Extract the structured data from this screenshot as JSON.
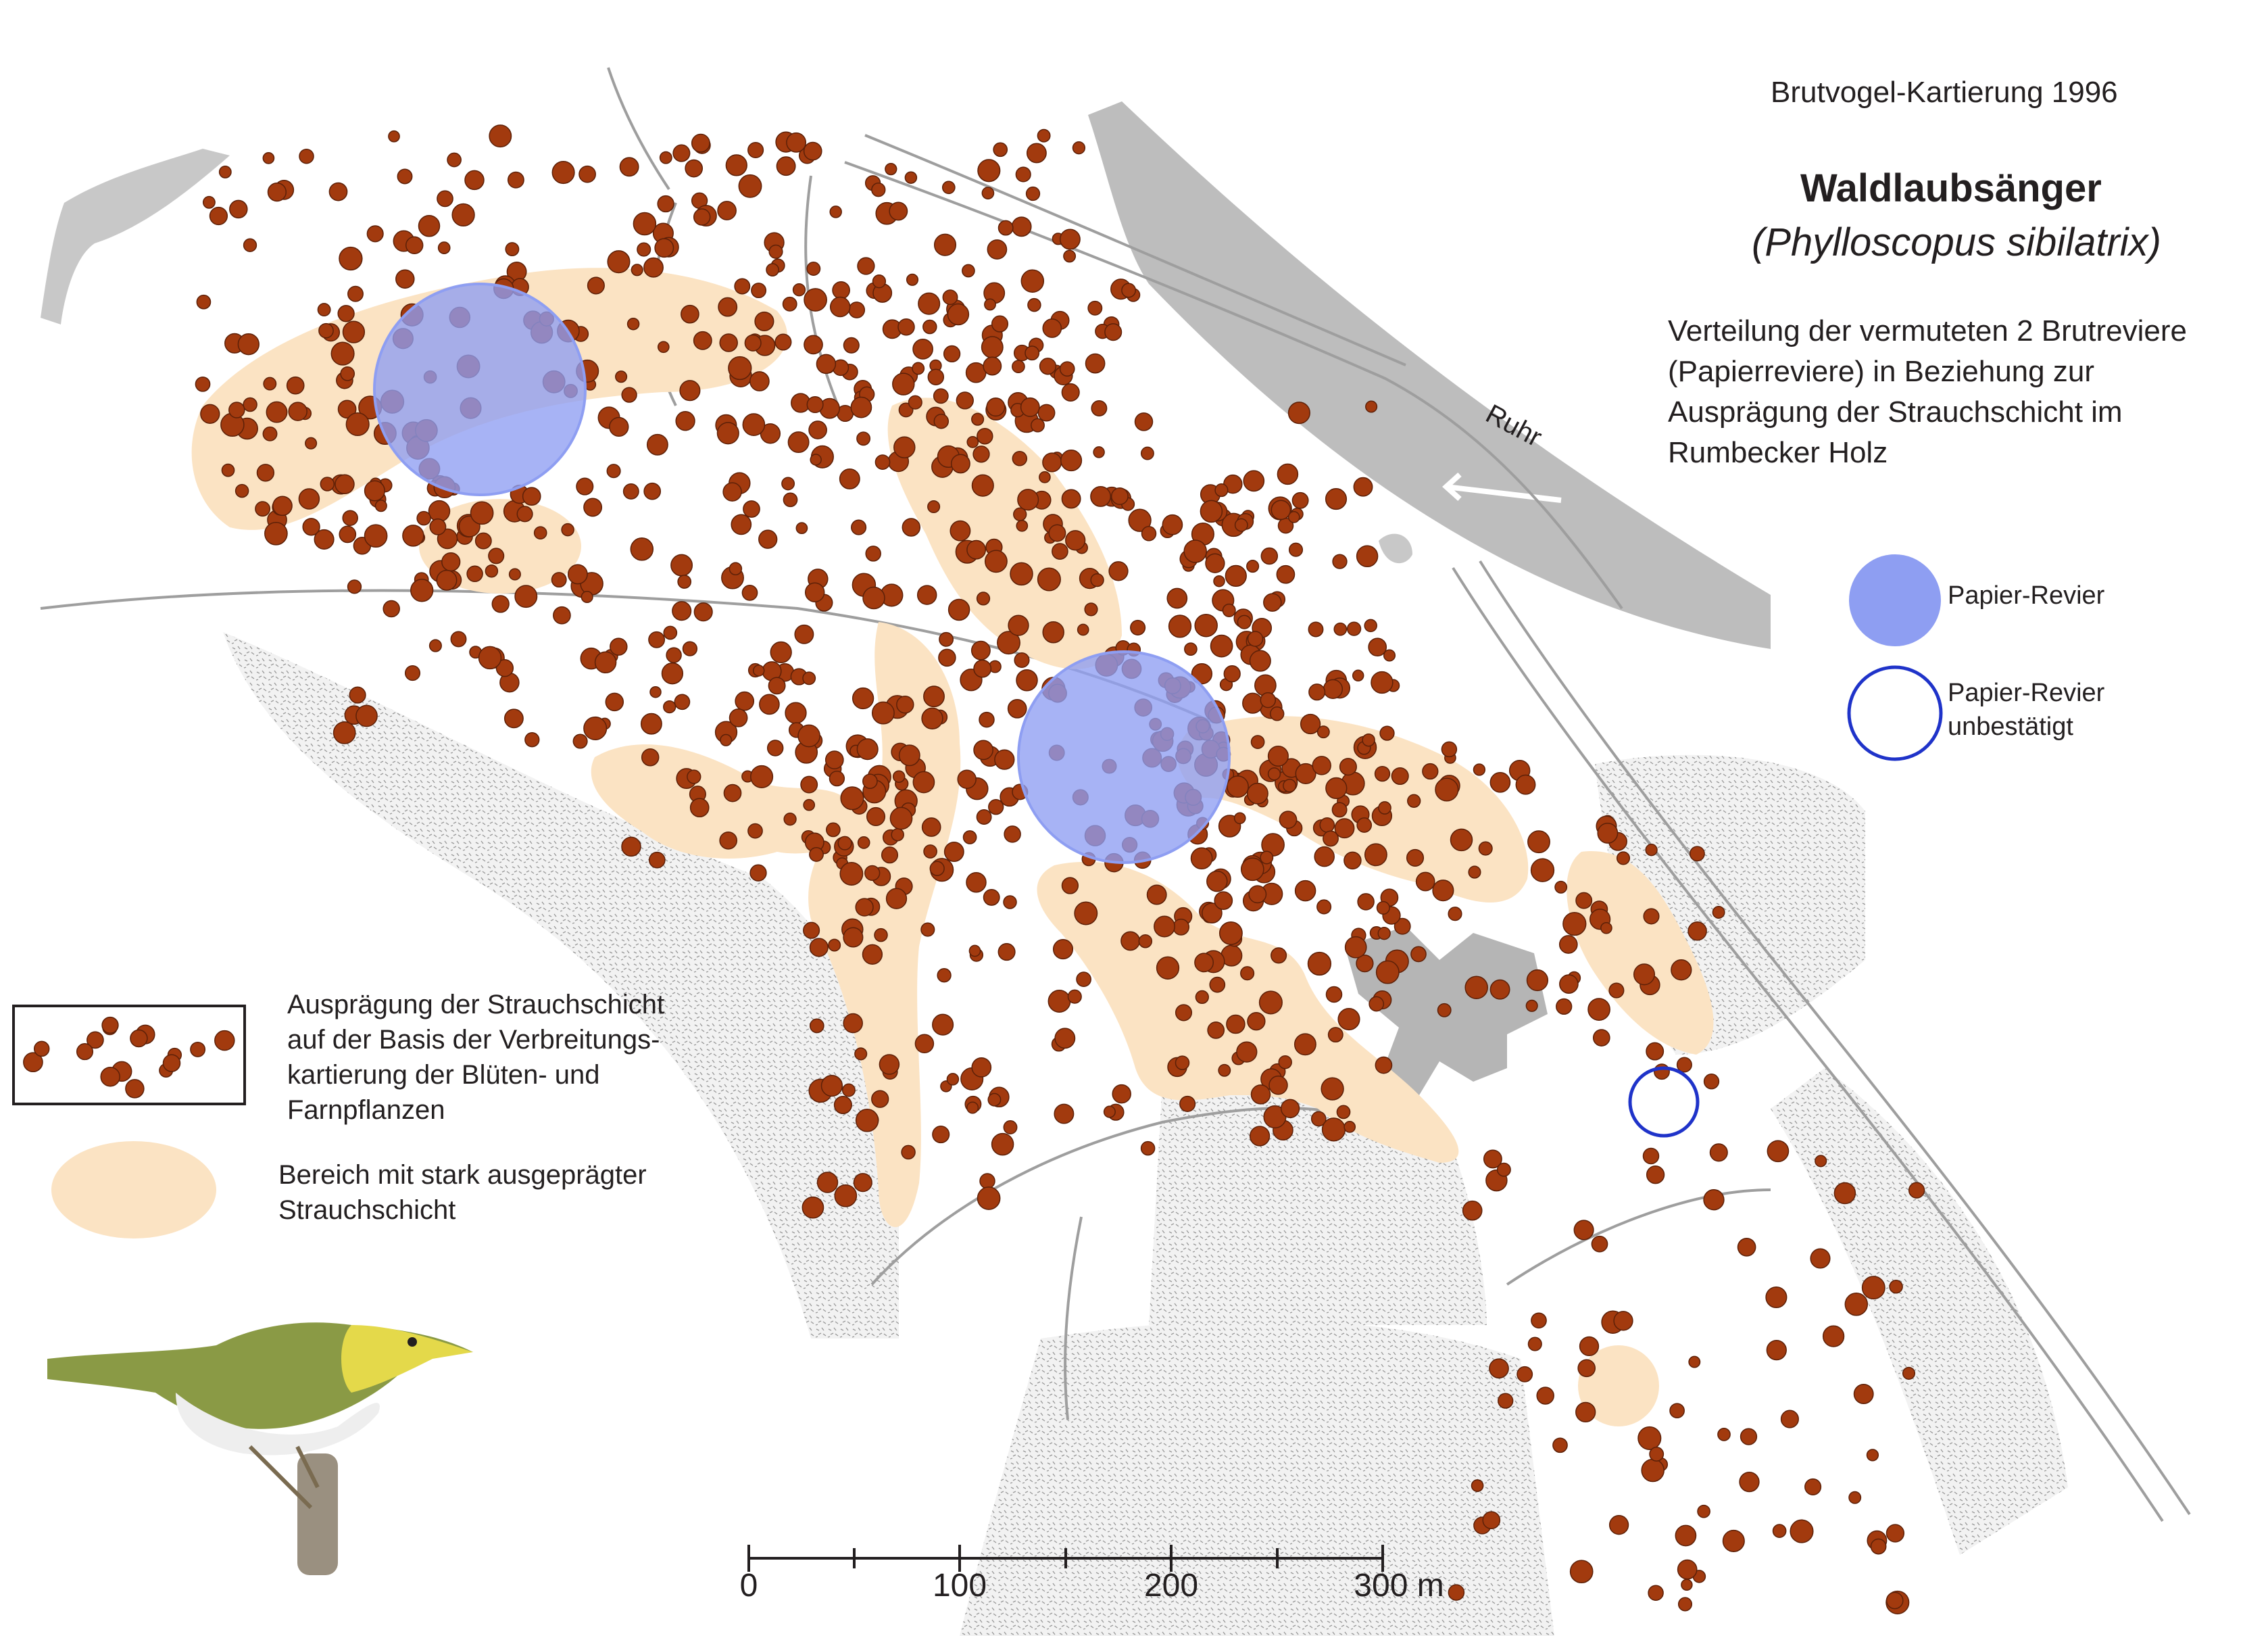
{
  "header": {
    "survey_title": "Brutvogel-Kartierung 1996",
    "species_name": "Waldlaubsänger",
    "species_latin": "(Phylloscopus sibilatrix)",
    "description": "Verteilung der vermuteten 2 Brutreviere (Papierreviere) in Beziehung zur Ausprägung der Strauchschicht im Rumbecker Holz"
  },
  "map": {
    "river_label": "Ruhr",
    "colors": {
      "water": "#bdbdbd",
      "path": "#9e9e9e",
      "shrub_area": "#fbe3c3",
      "dot": "#a23a0e",
      "territory_fill": "#8e9ef2",
      "territory_outline": "#1f33c9"
    }
  },
  "legend": {
    "paper_territory": "Papier-Revier",
    "paper_territory_unconfirmed": "Papier-Revier unbestätigt",
    "shrub_dots": "Ausprägung der Strauchschicht auf der Basis der Verbreitungs-kartierung der Blüten- und Farnpflanzen",
    "shrub_area": "Bereich mit stark ausgeprägter Strauchschicht"
  },
  "scale_bar": {
    "labels": [
      "0",
      "100",
      "200",
      "300 m"
    ]
  },
  "illustration": {
    "icon": "wood-warbler-drawing"
  }
}
